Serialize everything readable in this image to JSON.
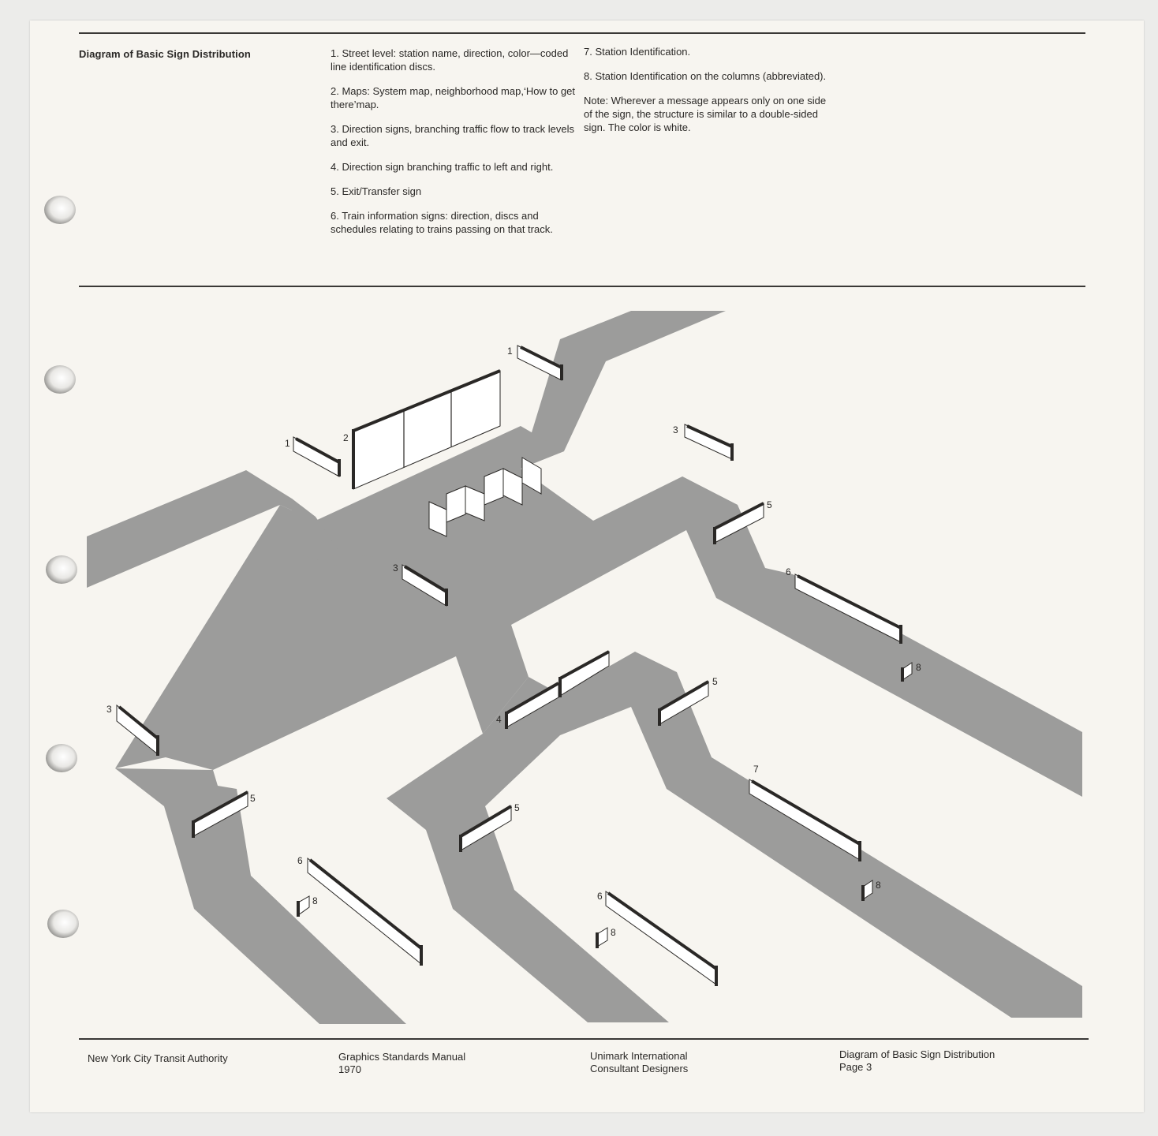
{
  "header": {
    "title": "Diagram of Basic Sign Distribution"
  },
  "legend": {
    "left_column": [
      "1. Street level: station name, direction, color—coded line identification discs.",
      "2. Maps: System map, neighborhood map,‘How to get there’map.",
      "3. Direction signs, branching traffic flow to track levels and exit.",
      "4. Direction sign branching traffic to left and right.",
      "5. Exit/Transfer sign",
      "6. Train information signs: direction, discs and schedules relating to trains passing on that track."
    ],
    "right_column": [
      "7. Station Identification.",
      "8. Station Identification on the columns (abbreviated).",
      "Note: Wherever a message appears only on one side of the sign, the structure is similar to a double-sided sign. The color is white."
    ]
  },
  "diagram": {
    "sign_labels": {
      "street_a": "1",
      "street_b": "1",
      "map": "2",
      "dir_a": "3",
      "dir_b": "3",
      "dir_c": "3",
      "branch": "4",
      "exit_a": "5",
      "exit_b": "5",
      "exit_c": "5",
      "exit_d": "5",
      "train_a": "6",
      "train_b": "6",
      "train_c": "6",
      "station_id": "7",
      "column_a": "8",
      "column_b": "8",
      "column_c": "8",
      "column_d": "8"
    },
    "colors": {
      "corridor": "#9c9c9b",
      "sign_face": "#ffffff",
      "sign_edge": "#2a2826"
    }
  },
  "footer": {
    "authority": "New York City Transit Authority",
    "manual": "Graphics Standards Manual",
    "year": "1970",
    "firm": "Unimark International",
    "firm_role": "Consultant Designers",
    "section": "Diagram of Basic Sign Distribution",
    "page": "Page 3"
  }
}
